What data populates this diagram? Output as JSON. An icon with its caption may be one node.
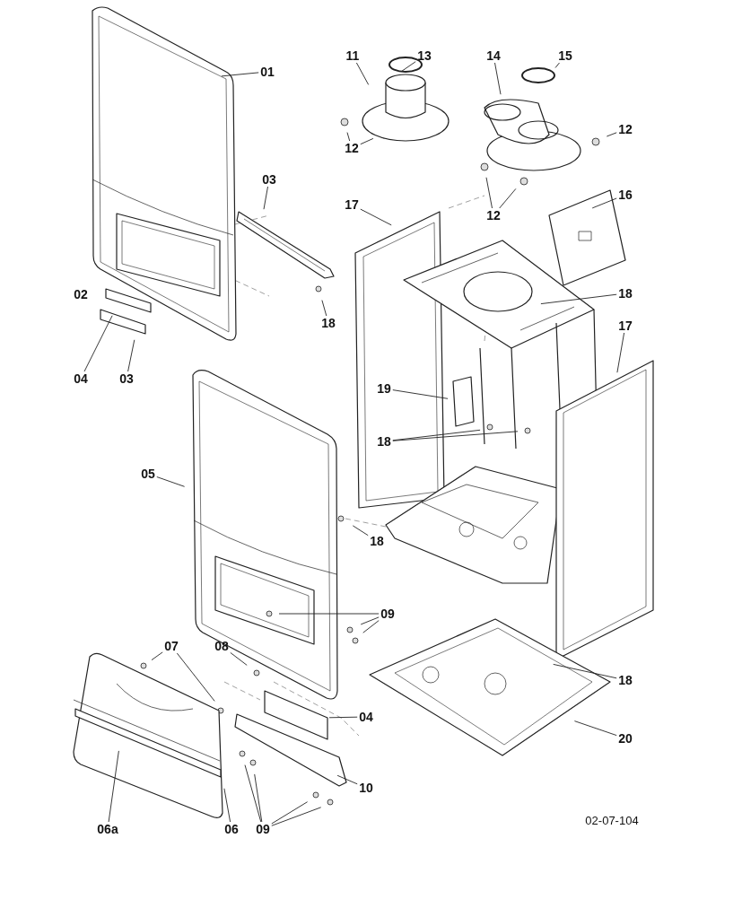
{
  "diagram": {
    "nodes": [
      {
        "text": [
          "01"
        ]
      },
      {
        "text": [
          "11"
        ]
      },
      {
        "text": [
          "13"
        ]
      },
      {
        "text": [
          "14"
        ]
      },
      {
        "text": [
          "15"
        ]
      },
      {
        "text": [
          "12"
        ]
      },
      {
        "text": [
          "12"
        ]
      },
      {
        "text": [
          "03"
        ]
      },
      {
        "text": [
          "16"
        ]
      },
      {
        "text": [
          "17"
        ]
      },
      {
        "text": [
          "12"
        ]
      },
      {
        "text": [
          "18"
        ]
      },
      {
        "text": [
          "18"
        ]
      },
      {
        "text": [
          "17"
        ]
      },
      {
        "text": [
          "04"
        ]
      },
      {
        "text": [
          "03"
        ]
      },
      {
        "text": [
          "19"
        ]
      },
      {
        "text": [
          "18"
        ]
      },
      {
        "text": [
          "05"
        ]
      },
      {
        "text": [
          "18"
        ]
      },
      {
        "text": [
          "09"
        ]
      },
      {
        "text": [
          "07"
        ]
      },
      {
        "text": [
          "08"
        ]
      },
      {
        "text": [
          "18"
        ]
      },
      {
        "text": [
          "04"
        ]
      },
      {
        "text": [
          "20"
        ]
      },
      {
        "text": [
          "10"
        ]
      },
      {
        "text": [
          "06a"
        ]
      },
      {
        "text": [
          "06"
        ]
      },
      {
        "text": [
          "09"
        ]
      }
    ],
    "edges": [
      {
        "from": 0,
        "to": null,
        "arrow": "none"
      },
      {
        "from": 1,
        "to": null,
        "arrow": "none"
      },
      {
        "from": 2,
        "to": null,
        "arrow": "none"
      },
      {
        "from": 3,
        "to": null,
        "arrow": "none"
      },
      {
        "from": 4,
        "to": null,
        "arrow": "none"
      },
      {
        "from": 5,
        "to": null,
        "arrow": "none"
      },
      {
        "from": 6,
        "to": null,
        "arrow": "none"
      },
      {
        "from": 6,
        "to": null,
        "arrow": "none"
      },
      {
        "from": 7,
        "to": null,
        "arrow": "none"
      },
      {
        "from": 8,
        "to": null,
        "arrow": "none"
      },
      {
        "from": 9,
        "to": null,
        "arrow": "none"
      },
      {
        "from": 10,
        "to": null,
        "arrow": "none"
      },
      {
        "from": 10,
        "to": null,
        "arrow": "none"
      },
      {
        "from": 11,
        "to": null,
        "arrow": "none"
      },
      {
        "from": 12,
        "to": null,
        "arrow": "none"
      },
      {
        "from": 13,
        "to": null,
        "arrow": "none"
      },
      {
        "from": 14,
        "to": null,
        "arrow": "none"
      },
      {
        "from": 15,
        "to": null,
        "arrow": "none"
      },
      {
        "from": 16,
        "to": null,
        "arrow": "none"
      },
      {
        "from": 17,
        "to": null,
        "arrow": "none"
      },
      {
        "from": 17,
        "to": null,
        "arrow": "none"
      },
      {
        "from": 18,
        "to": null,
        "arrow": "none"
      },
      {
        "from": 19,
        "to": null,
        "arrow": "none"
      },
      {
        "from": 20,
        "to": null,
        "arrow": "none"
      },
      {
        "from": 20,
        "to": null,
        "arrow": "none"
      },
      {
        "from": 20,
        "to": null,
        "arrow": "none"
      },
      {
        "from": 21,
        "to": null,
        "arrow": "none"
      },
      {
        "from": 21,
        "to": null,
        "arrow": "none"
      },
      {
        "from": 22,
        "to": null,
        "arrow": "none"
      },
      {
        "from": 23,
        "to": null,
        "arrow": "none"
      },
      {
        "from": 24,
        "to": null,
        "arrow": "none"
      },
      {
        "from": 25,
        "to": null,
        "arrow": "none"
      },
      {
        "from": 26,
        "to": null,
        "arrow": "none"
      },
      {
        "from": 27,
        "to": null,
        "arrow": "none"
      },
      {
        "from": 28,
        "to": null,
        "arrow": "none"
      },
      {
        "from": 29,
        "to": null,
        "arrow": "none"
      },
      {
        "from": 29,
        "to": null,
        "arrow": "none"
      },
      {
        "from": 29,
        "to": null,
        "arrow": "none"
      },
      {
        "from": 29,
        "to": null,
        "arrow": "none"
      }
    ],
    "labels": [
      "02",
      "02-07-104"
    ]
  }
}
